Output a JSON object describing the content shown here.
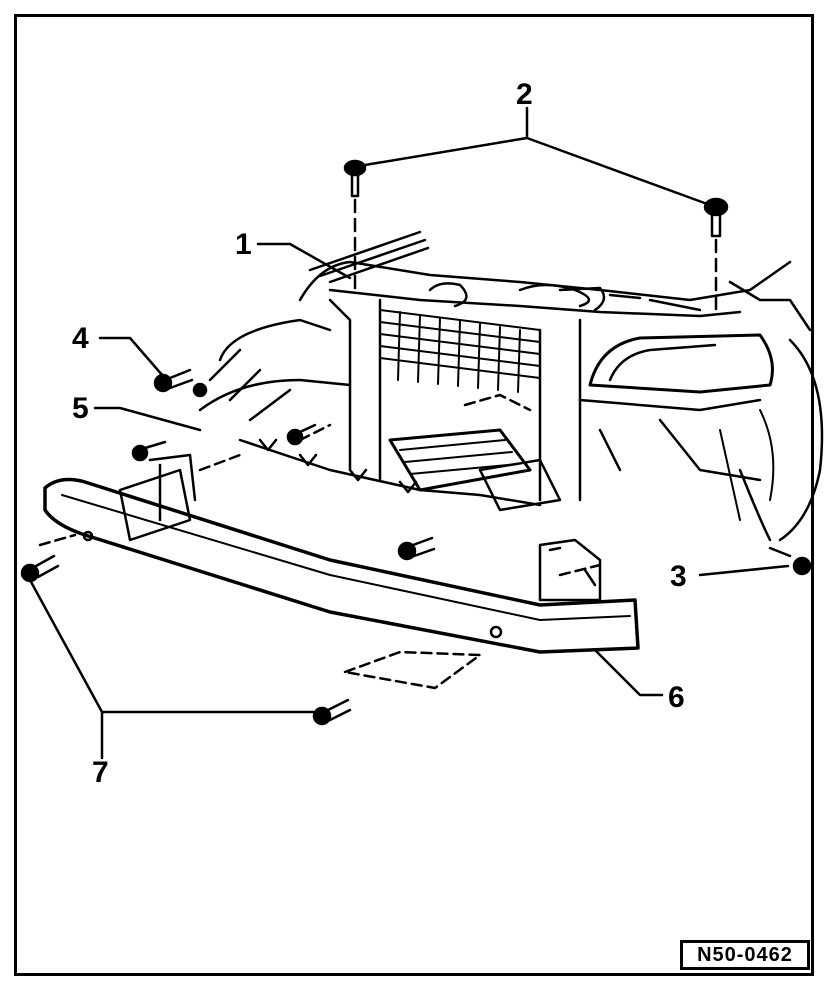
{
  "diagram": {
    "callouts": [
      "1",
      "2",
      "3",
      "4",
      "5",
      "6",
      "7"
    ],
    "reference_code": "N50-0462",
    "colors": {
      "ink": "#000000",
      "paper": "#ffffff"
    }
  }
}
